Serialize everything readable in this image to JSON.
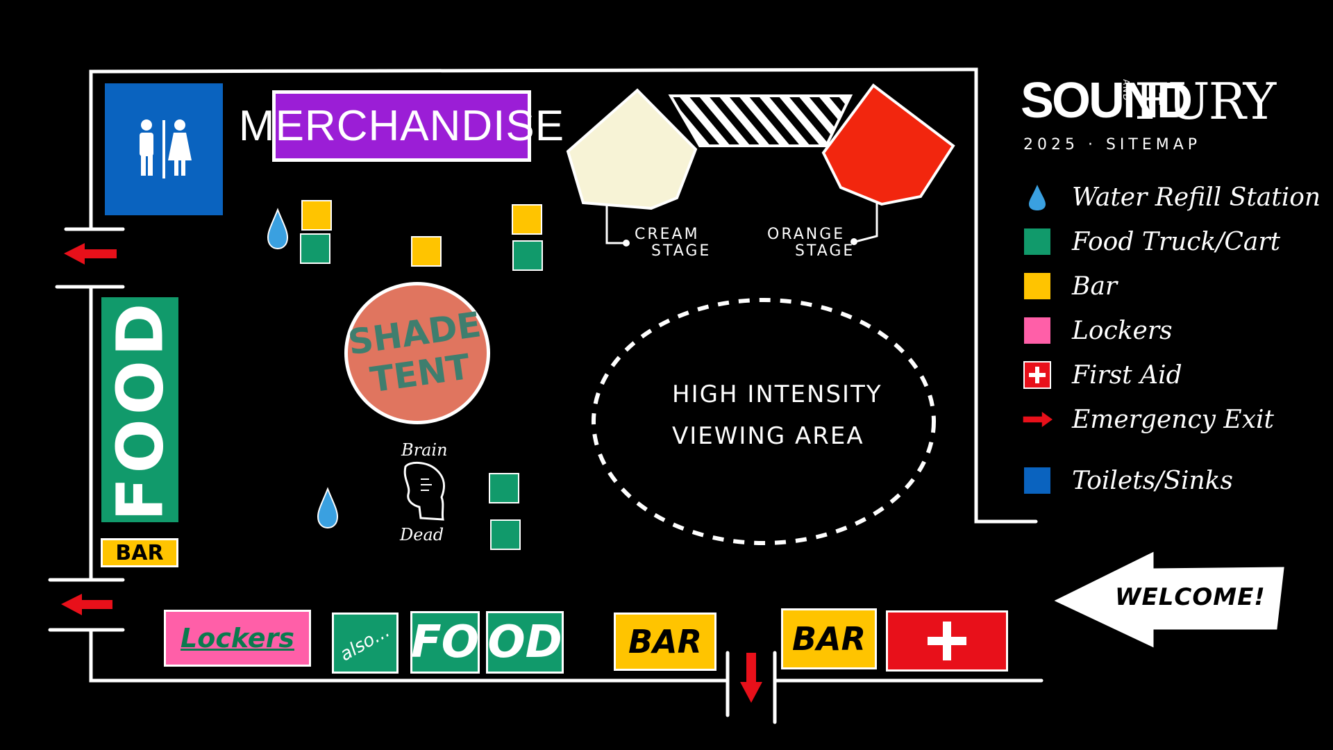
{
  "logo": {
    "word1": "SOUND",
    "word_and": "AND",
    "word2": "FURY",
    "subtitle": "2025 · SITEMAP"
  },
  "legend": [
    {
      "icon": "water-drop-icon",
      "label": "Water Refill Station",
      "color": "#3aa0e0"
    },
    {
      "icon": "food-truck-square",
      "label": "Food Truck/Cart",
      "color": "#119a6b"
    },
    {
      "icon": "bar-square",
      "label": "Bar",
      "color": "#ffc400"
    },
    {
      "icon": "lockers-square",
      "label": "Lockers",
      "color": "#ff5fa8"
    },
    {
      "icon": "first-aid-icon",
      "label": "First Aid",
      "color": "#e8101a"
    },
    {
      "icon": "emergency-exit-arrow-icon",
      "label": "Emergency Exit",
      "color": "#e8101a"
    },
    {
      "icon": "toilets-square",
      "label": "Toilets/Sinks",
      "color": "#0a63bf"
    }
  ],
  "areas": {
    "merch": "MERCHANDISE",
    "food_left": "FOOD",
    "bar_left": "BAR",
    "lockers": "Lockers",
    "also": "also...",
    "food_bottom_a": "FO",
    "food_bottom_b": "OD",
    "bar_bottom_1": "BAR",
    "bar_bottom_2": "BAR",
    "shade_line1": "SHADE",
    "shade_line2": "TENT",
    "brain_top": "Brain",
    "brain_bottom": "Dead",
    "hiva_line1": "HIGH INTENSITY",
    "hiva_line2": "VIEWING AREA",
    "cream_stage_line1": "CREAM",
    "cream_stage_line2": "STAGE",
    "orange_stage_line1": "ORANGE",
    "orange_stage_line2": "STAGE",
    "welcome": "WELCOME!"
  },
  "colors": {
    "toilets": "#0a63bf",
    "merch": "#9b1ed6",
    "food": "#119a6b",
    "bar": "#ffc400",
    "lockers": "#ff5fa8",
    "first_aid": "#e8101a",
    "shade": "#e0755f",
    "cream_stage": "#f7f3d6",
    "orange_stage": "#f2260e",
    "water": "#3aa0e0"
  }
}
